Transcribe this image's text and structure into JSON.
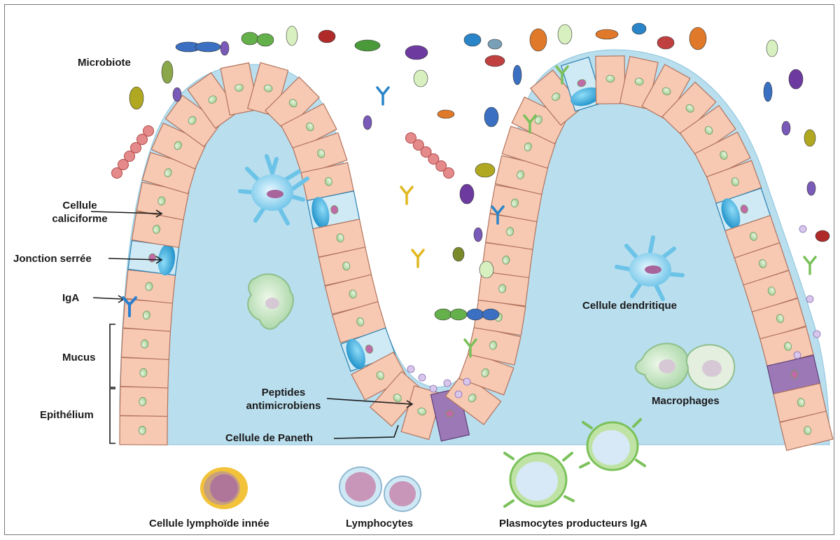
{
  "labels": {
    "microbiote": "Microbiote",
    "cellule_caliciforme_1": "Cellule",
    "cellule_caliciforme_2": "caliciforme",
    "jonction_serree": "Jonction serrée",
    "iga": "IgA",
    "mucus": "Mucus",
    "epithelium": "Epithélium",
    "peptides_1": "Peptides",
    "peptides_2": "antimicrobiens",
    "cellule_paneth": "Cellule de Paneth",
    "cellule_dendritique": "Cellule dendritique",
    "macrophages": "Macrophages",
    "cellule_lymphoide": "Cellule lymphoïde innée",
    "lymphocytes": "Lymphocytes",
    "plasmocytes": "Plasmocytes producteurs IgA"
  },
  "colors": {
    "cell_fill": "#f7c9b3",
    "cell_stroke": "#b2735c",
    "nucleus": "#bfe0b2",
    "mucus": "#a9d6e8",
    "goblet": "#2aa9de",
    "paneth": "#8a63a3",
    "dendritic": "#6fc4e6",
    "macrophage": "#c7e5c7"
  }
}
